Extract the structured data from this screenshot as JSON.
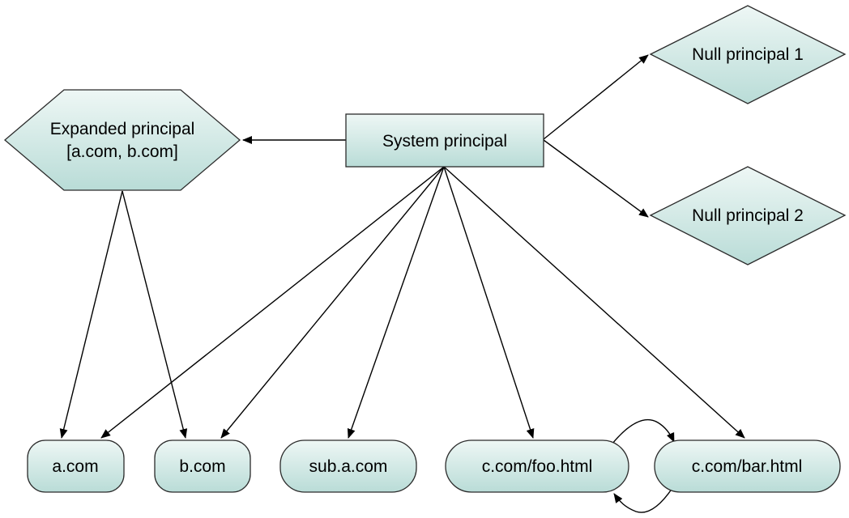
{
  "colors": {
    "node_fill_top": "#eef7f5",
    "node_fill_bottom": "#b9dcd7",
    "stroke": "#2b2b2b",
    "edge": "#000000"
  },
  "nodes": {
    "system": {
      "label": "System principal",
      "shape": "rectangle"
    },
    "expanded": {
      "line1": "Expanded principal",
      "line2": "[a.com, b.com]",
      "shape": "hexagon"
    },
    "null1": {
      "label": "Null principal 1",
      "shape": "diamond"
    },
    "null2": {
      "label": "Null principal 2",
      "shape": "diamond"
    },
    "acom": {
      "label": "a.com",
      "shape": "rounded"
    },
    "bcom": {
      "label": "b.com",
      "shape": "rounded"
    },
    "subacom": {
      "label": "sub.a.com",
      "shape": "rounded"
    },
    "foo": {
      "label": "c.com/foo.html",
      "shape": "rounded"
    },
    "bar": {
      "label": "c.com/bar.html",
      "shape": "rounded"
    }
  },
  "edges": [
    {
      "from": "system",
      "to": "expanded"
    },
    {
      "from": "system",
      "to": "null1"
    },
    {
      "from": "system",
      "to": "null2"
    },
    {
      "from": "system",
      "to": "acom"
    },
    {
      "from": "system",
      "to": "bcom"
    },
    {
      "from": "system",
      "to": "subacom"
    },
    {
      "from": "system",
      "to": "foo"
    },
    {
      "from": "system",
      "to": "bar"
    },
    {
      "from": "expanded",
      "to": "acom"
    },
    {
      "from": "expanded",
      "to": "bcom"
    },
    {
      "from": "foo",
      "to": "bar"
    },
    {
      "from": "bar",
      "to": "foo"
    }
  ]
}
